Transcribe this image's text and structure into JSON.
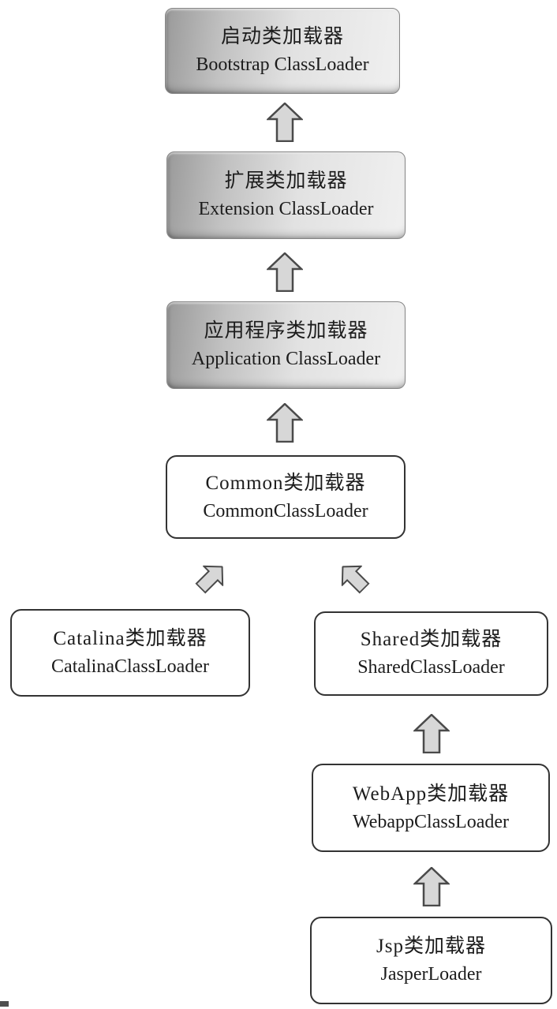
{
  "colors": {
    "page_bg": "#ffffff",
    "text": "#1c1c1c",
    "node_border_plain": "#333333",
    "node_fill_plain": "#ffffff",
    "node_border_gradient": "#868686",
    "gradient_dark": "#9a9a9a",
    "gradient_light": "#f0f0f0",
    "arrow_fill": "#d7d7d7",
    "arrow_stroke": "#4a4a4a",
    "artifact": "#4f4f4f"
  },
  "diagram": {
    "type": "flowchart",
    "nodes": [
      {
        "id": "bootstrap",
        "zh": "启动类加载器",
        "en": "Bootstrap ClassLoader",
        "style": "gradient"
      },
      {
        "id": "extension",
        "zh": "扩展类加载器",
        "en": "Extension ClassLoader",
        "style": "gradient"
      },
      {
        "id": "application",
        "zh": "应用程序类加载器",
        "en": "Application ClassLoader",
        "style": "gradient"
      },
      {
        "id": "common",
        "zh": "Common类加载器",
        "en": "CommonClassLoader",
        "style": "plain"
      },
      {
        "id": "catalina",
        "zh": "Catalina类加载器",
        "en": "CatalinaClassLoader",
        "style": "plain"
      },
      {
        "id": "shared",
        "zh": "Shared类加载器",
        "en": "SharedClassLoader",
        "style": "plain"
      },
      {
        "id": "webapp",
        "zh": "WebApp类加载器",
        "en": "WebappClassLoader",
        "style": "plain"
      },
      {
        "id": "jsp",
        "zh": "Jsp类加载器",
        "en": "JasperLoader",
        "style": "plain"
      }
    ],
    "edges": [
      {
        "from": "extension",
        "to": "bootstrap",
        "direction": "up"
      },
      {
        "from": "application",
        "to": "extension",
        "direction": "up"
      },
      {
        "from": "common",
        "to": "application",
        "direction": "up"
      },
      {
        "from": "catalina",
        "to": "common",
        "direction": "up-right"
      },
      {
        "from": "shared",
        "to": "common",
        "direction": "up-left"
      },
      {
        "from": "webapp",
        "to": "shared",
        "direction": "up"
      },
      {
        "from": "jsp",
        "to": "webapp",
        "direction": "up"
      }
    ],
    "artifacts": [
      {
        "name": "bottom-left-dark-mark"
      }
    ]
  }
}
